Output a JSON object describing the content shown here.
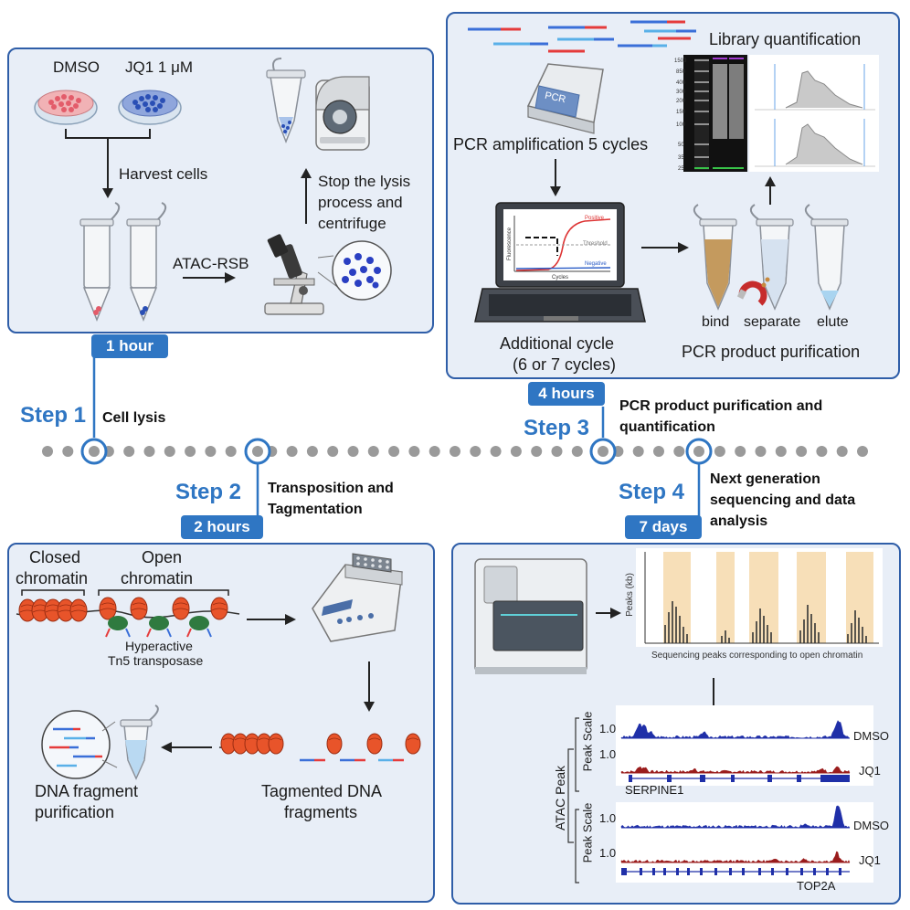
{
  "panel1": {
    "dmso": "DMSO",
    "jq1": "JQ1 1 μM",
    "harvest": "Harvest cells",
    "atac_rsb": "ATAC-RSB",
    "stop_line1": "Stop the lysis",
    "stop_line2": "process and",
    "stop_line3": "centrifuge",
    "duration": "1 hour"
  },
  "step1": {
    "label": "Step 1",
    "desc": "Cell lysis"
  },
  "step2": {
    "label": "Step 2",
    "desc_line1": "Transposition and",
    "desc_line2": "Tagmentation",
    "duration": "2 hours"
  },
  "step3": {
    "label": "Step 3",
    "desc_line1": "PCR product purification and",
    "desc_line2": "quantification",
    "duration": "4 hours"
  },
  "step4": {
    "label": "Step 4",
    "desc_line1": "Next generation",
    "desc_line2": "sequencing and data",
    "desc_line3": "analysis",
    "duration": "7 days"
  },
  "panel2": {
    "closed_line1": "Closed",
    "closed_line2": "chromatin",
    "open_line1": "Open",
    "open_line2": "chromatin",
    "tn5_line1": "Hyperactive",
    "tn5_line2": "Tn5 transposase",
    "purif_line1": "DNA fragment",
    "purif_line2": "purification",
    "tag_line1": "Tagmented DNA",
    "tag_line2": "fragments"
  },
  "panel3": {
    "pcr_machine": "PCR",
    "pcr_amp": "PCR amplification 5 cycles",
    "lib_quant": "Library quantification",
    "additional_line1": "Additional cycle",
    "additional_line2": "(6 or 7 cycles)",
    "bind": "bind",
    "separate": "separate",
    "elute": "elute",
    "purification": "PCR product purification",
    "qpcr_positive": "Positive",
    "qpcr_threshold": "Threshold",
    "qpcr_negative": "Negative",
    "qpcr_xlabel": "Cycles",
    "qpcr_ylabel": "Fluorescence",
    "ladder_marks": [
      "1500",
      "850",
      "400",
      "300",
      "200",
      "150",
      "100",
      "50",
      "35",
      "25"
    ]
  },
  "panel4": {
    "peaks_ylabel": "Peaks (kb)",
    "peaks_caption": "Sequencing peaks corresponding to open chromatin",
    "atac_peak": "ATAC Peak",
    "peak_scale": "Peak Scale",
    "scale_value": "1.0",
    "dmso": "DMSO",
    "jq1": "JQ1",
    "gene1": "SERPINE1",
    "gene2": "TOP2A"
  },
  "colors": {
    "border": "#2f5ea8",
    "badge": "#2f76c3",
    "panel_bg": "#e8eef7",
    "dot": "#9a9a9a",
    "nucleosome": "#e8542a",
    "dmso_track": "#1f2fa8",
    "jq1_track": "#9a1c1c"
  }
}
